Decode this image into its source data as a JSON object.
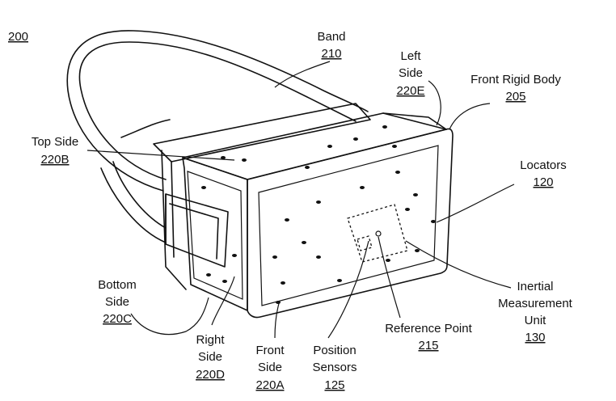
{
  "figure_ref": "200",
  "labels": {
    "band": {
      "name": "Band",
      "ref": "210"
    },
    "left_side": {
      "line1": "Left",
      "line2": "Side",
      "ref": "220E"
    },
    "front_rigid_body": {
      "name": "Front Rigid Body",
      "ref": "205"
    },
    "top_side": {
      "name": "Top Side",
      "ref": "220B"
    },
    "locators": {
      "name": "Locators",
      "ref": "120"
    },
    "bottom_side": {
      "line1": "Bottom",
      "line2": "Side",
      "ref": "220C"
    },
    "imu": {
      "line1": "Inertial",
      "line2": "Measurement",
      "line3": "Unit",
      "ref": "130"
    },
    "reference_point": {
      "name": "Reference Point",
      "ref": "215"
    },
    "right_side": {
      "line1": "Right",
      "line2": "Side",
      "ref": "220D"
    },
    "front_side": {
      "line1": "Front",
      "line2": "Side",
      "ref": "220A"
    },
    "position_sensors": {
      "line1": "Position",
      "line2": "Sensors",
      "ref": "125"
    }
  }
}
